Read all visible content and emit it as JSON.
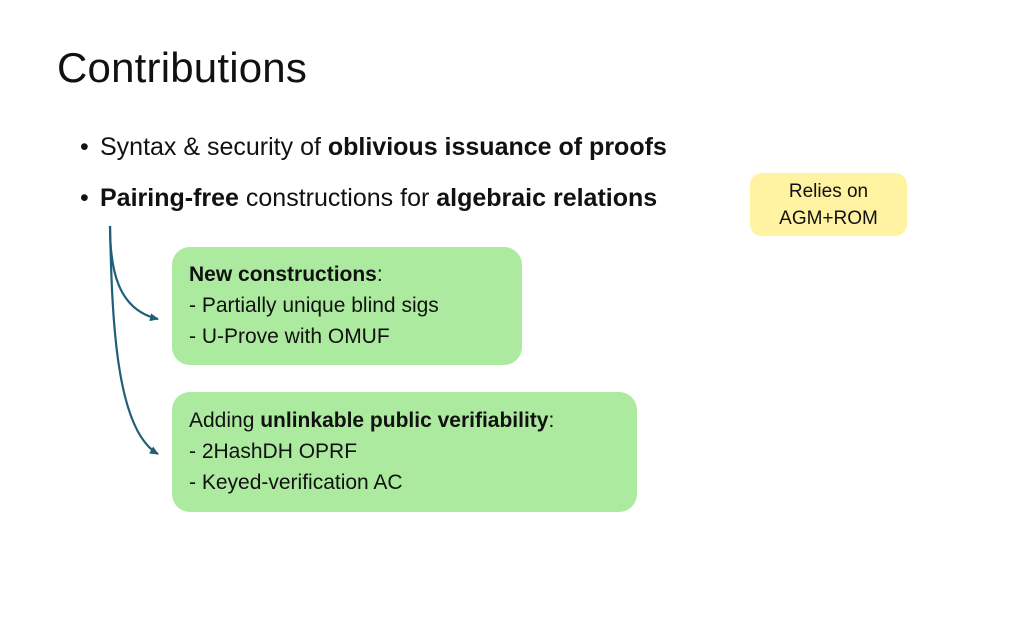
{
  "slide": {
    "title": "Contributions",
    "bullets": [
      {
        "symbol": "•",
        "parts": [
          {
            "text": "Syntax & security of ",
            "bold": false
          },
          {
            "text": "oblivious issuance of proofs",
            "bold": true
          }
        ]
      },
      {
        "symbol": "•",
        "parts": [
          {
            "text": "Pairing-free",
            "bold": true
          },
          {
            "text": " constructions for ",
            "bold": false
          },
          {
            "text": "algebraic relations",
            "bold": true
          }
        ]
      }
    ],
    "note": {
      "line1": "Relies on",
      "line2": "AGM+ROM",
      "color": "#fff2a0"
    },
    "box1": {
      "heading_bold": "New constructions",
      "heading_suffix": ":",
      "items": [
        "- Partially unique blind sigs",
        "- U-Prove with OMUF"
      ],
      "color": "#acea9f"
    },
    "box2": {
      "heading_prefix": "Adding ",
      "heading_bold": "unlinkable public verifiability",
      "heading_suffix": ":",
      "items": [
        "- 2HashDH OPRF",
        "- Keyed-verification AC"
      ],
      "color": "#acea9f"
    },
    "arrow_color": "#1f5f7a"
  }
}
